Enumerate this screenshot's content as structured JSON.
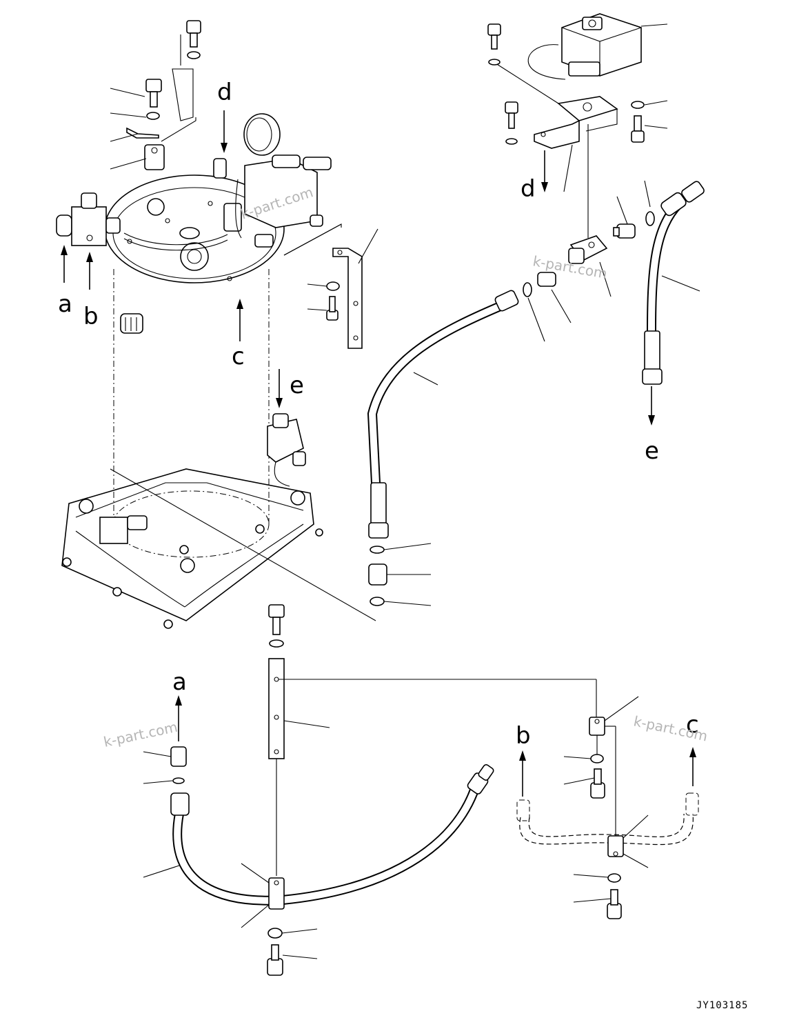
{
  "callouts": {
    "a_top": "a",
    "b_top": "b",
    "c_top": "c",
    "d_left": "d",
    "d_right": "d",
    "e_top": "e",
    "e_right": "e",
    "a_bottom": "a",
    "b_bottom": "b",
    "c_bottom": "c"
  },
  "watermarks": [
    "k-part.com",
    "k-part.com",
    "k-part.com",
    "k-part.com"
  ],
  "drawing_number": "JY103185"
}
